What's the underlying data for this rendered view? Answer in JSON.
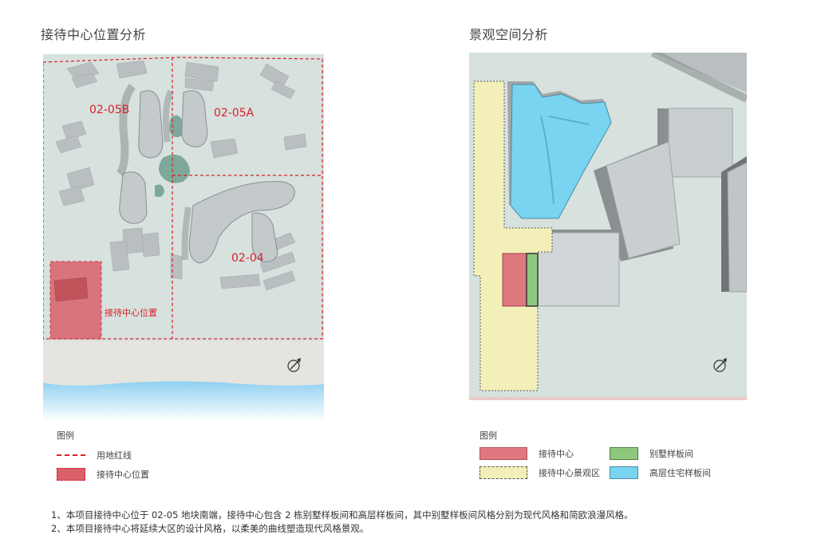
{
  "left_panel": {
    "title": "接待中心位置分析",
    "plots": {
      "p1": "02-05B",
      "p2": "02-05A",
      "p3": "02-04"
    },
    "center_label": "接待中心位置",
    "legend": {
      "heading": "图例",
      "items": [
        {
          "label": "用地红线",
          "style": "dashed-line",
          "color": "#d9202b"
        },
        {
          "label": "接待中心位置",
          "style": "fill",
          "color": "#d8616c"
        }
      ]
    }
  },
  "right_panel": {
    "title": "景观空间分析",
    "legend": {
      "heading": "图例",
      "items": [
        {
          "label": "接待中心",
          "color": "#e07880"
        },
        {
          "label": "别墅样板间",
          "color": "#8fc77f"
        },
        {
          "label": "接待中心景观区",
          "color": "#f2f0b8"
        },
        {
          "label": "高层住宅样板间",
          "color": "#78d4f0"
        }
      ]
    }
  },
  "notes": [
    "1、本项目接待中心位于 02-05 地块南端，接待中心包含 2 栋别墅样板间和高层样板间，其中别墅样板间风格分别为现代风格和简欧浪漫风格。",
    "2、本项目接待中心将延续大区的设计风格，以柔美的曲线塑造现代风格景观。"
  ],
  "colors": {
    "ground": "#d7e1de",
    "building": "#b9bfc1",
    "shadow": "#8a8f91",
    "road": "#e6e4df",
    "water": "#aedcf3",
    "red": "#d9202b"
  }
}
